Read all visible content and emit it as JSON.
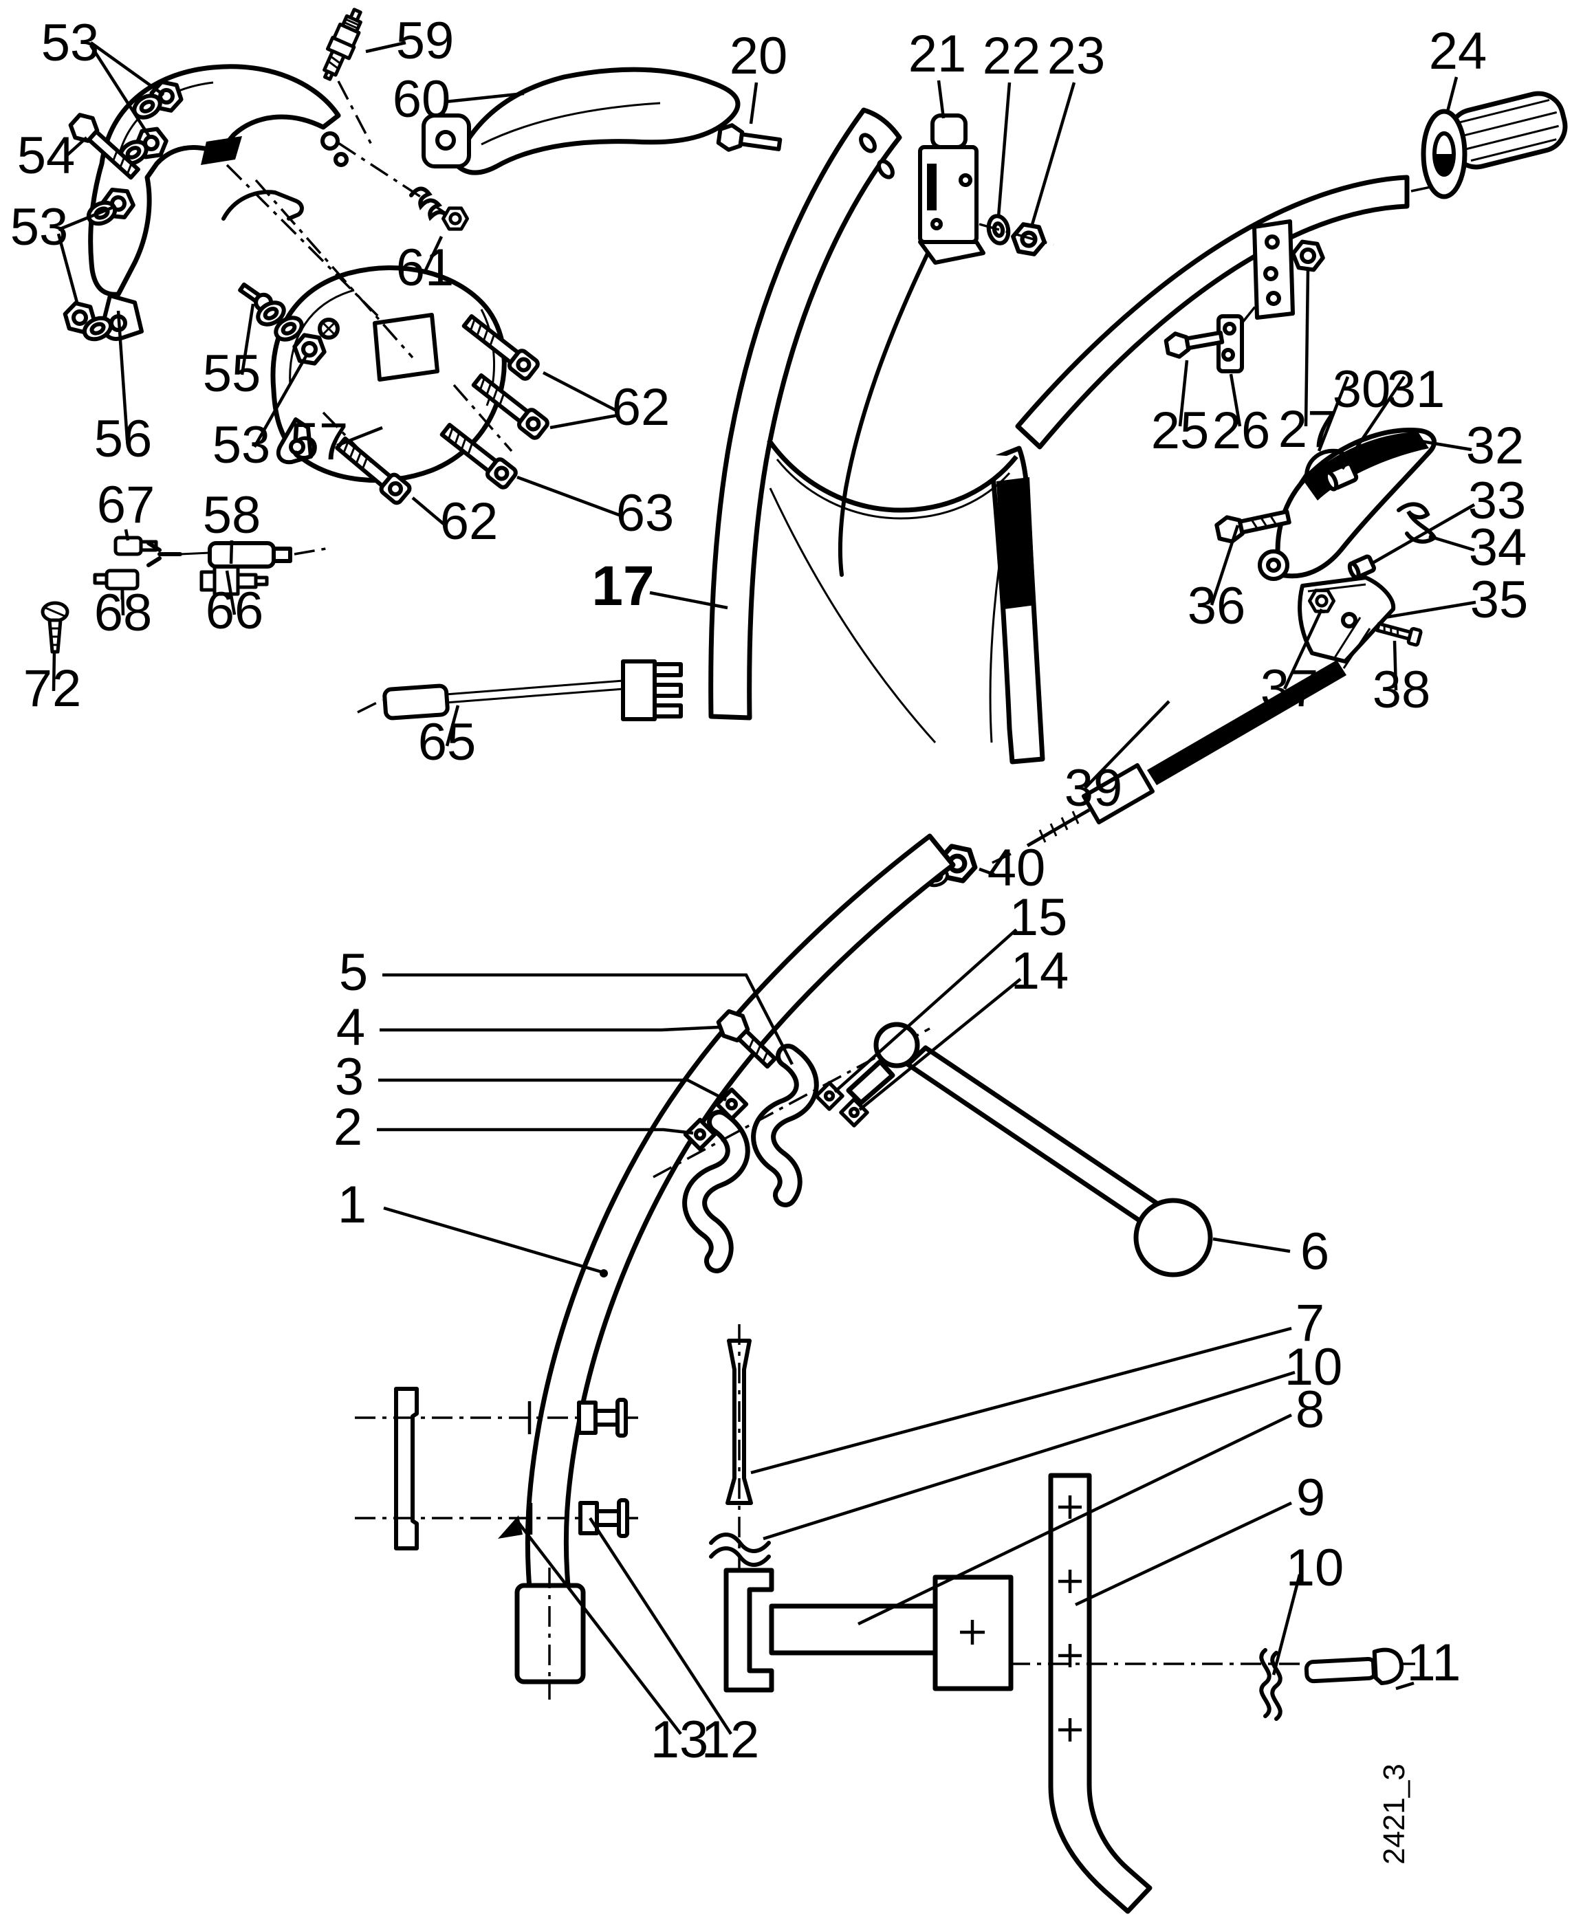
{
  "figure": {
    "watermark": "2421_3"
  },
  "callouts": [
    {
      "label": "53"
    },
    {
      "label": "59"
    },
    {
      "label": "60"
    },
    {
      "label": "54"
    },
    {
      "label": "53"
    },
    {
      "label": "61"
    },
    {
      "label": "55"
    },
    {
      "label": "56"
    },
    {
      "label": "53"
    },
    {
      "label": "57"
    },
    {
      "label": "58"
    },
    {
      "label": "62"
    },
    {
      "label": "62"
    },
    {
      "label": "63"
    },
    {
      "label": "17"
    },
    {
      "label": "67"
    },
    {
      "label": "68"
    },
    {
      "label": "66"
    },
    {
      "label": "65"
    },
    {
      "label": "72"
    },
    {
      "label": "20"
    },
    {
      "label": "21"
    },
    {
      "label": "22"
    },
    {
      "label": "23"
    },
    {
      "label": "24"
    },
    {
      "label": "25"
    },
    {
      "label": "26"
    },
    {
      "label": "27"
    },
    {
      "label": "30"
    },
    {
      "label": "31"
    },
    {
      "label": "32"
    },
    {
      "label": "33"
    },
    {
      "label": "34"
    },
    {
      "label": "35"
    },
    {
      "label": "36"
    },
    {
      "label": "37"
    },
    {
      "label": "38"
    },
    {
      "label": "39"
    },
    {
      "label": "40"
    },
    {
      "label": "15"
    },
    {
      "label": "14"
    },
    {
      "label": "5"
    },
    {
      "label": "4"
    },
    {
      "label": "3"
    },
    {
      "label": "2"
    },
    {
      "label": "1"
    },
    {
      "label": "6"
    },
    {
      "label": "7"
    },
    {
      "label": "10"
    },
    {
      "label": "8"
    },
    {
      "label": "9"
    },
    {
      "label": "10"
    },
    {
      "label": "11"
    },
    {
      "label": "13"
    },
    {
      "label": "12"
    }
  ]
}
